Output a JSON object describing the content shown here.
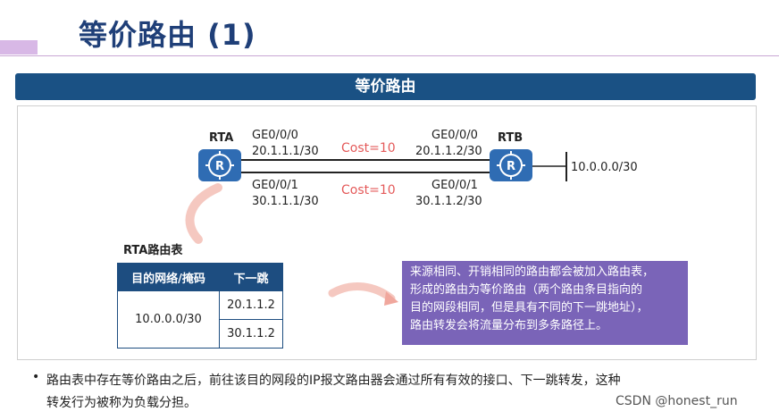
{
  "slide": {
    "title": "等价路由 (1)",
    "banner": "等价路由"
  },
  "diagram": {
    "rta": {
      "name": "RTA",
      "if1": "GE0/0/0",
      "ip1": "20.1.1.1/30",
      "if2": "GE0/0/1",
      "ip2": "30.1.1.1/30"
    },
    "rtb": {
      "name": "RTB",
      "if1": "GE0/0/0",
      "ip1": "20.1.1.2/30",
      "if2": "GE0/0/1",
      "ip2": "30.1.1.2/30"
    },
    "cost_top": "Cost=10",
    "cost_bottom": "Cost=10",
    "network": "10.0.0.0/30",
    "icon": "router-icon",
    "accent": "#2f6cb3",
    "cost_color": "#e45a5a"
  },
  "routing_table": {
    "caption": "RTA路由表",
    "headers": [
      "目的网络/掩码",
      "下一跳"
    ],
    "destination": "10.0.0.0/30",
    "next_hops": [
      "20.1.1.2",
      "30.1.1.2"
    ]
  },
  "note": {
    "lines": [
      "来源相同、开销相同的路由都会被加入路由表，",
      "形成的路由为等价路由（两个路由条目指向的",
      "目的网段相同，但是具有不同的下一跳地址），",
      "路由转发会将流量分布到多条路径上。"
    ]
  },
  "body": {
    "bullet": "•",
    "lines": [
      "路由表中存在等价路由之后，前往该目的网段的IP报文路由器会通过所有有效的接口、下一跳转发，这种",
      "转发行为被称为负载分担。"
    ]
  },
  "watermark": "CSDN @honest_run"
}
